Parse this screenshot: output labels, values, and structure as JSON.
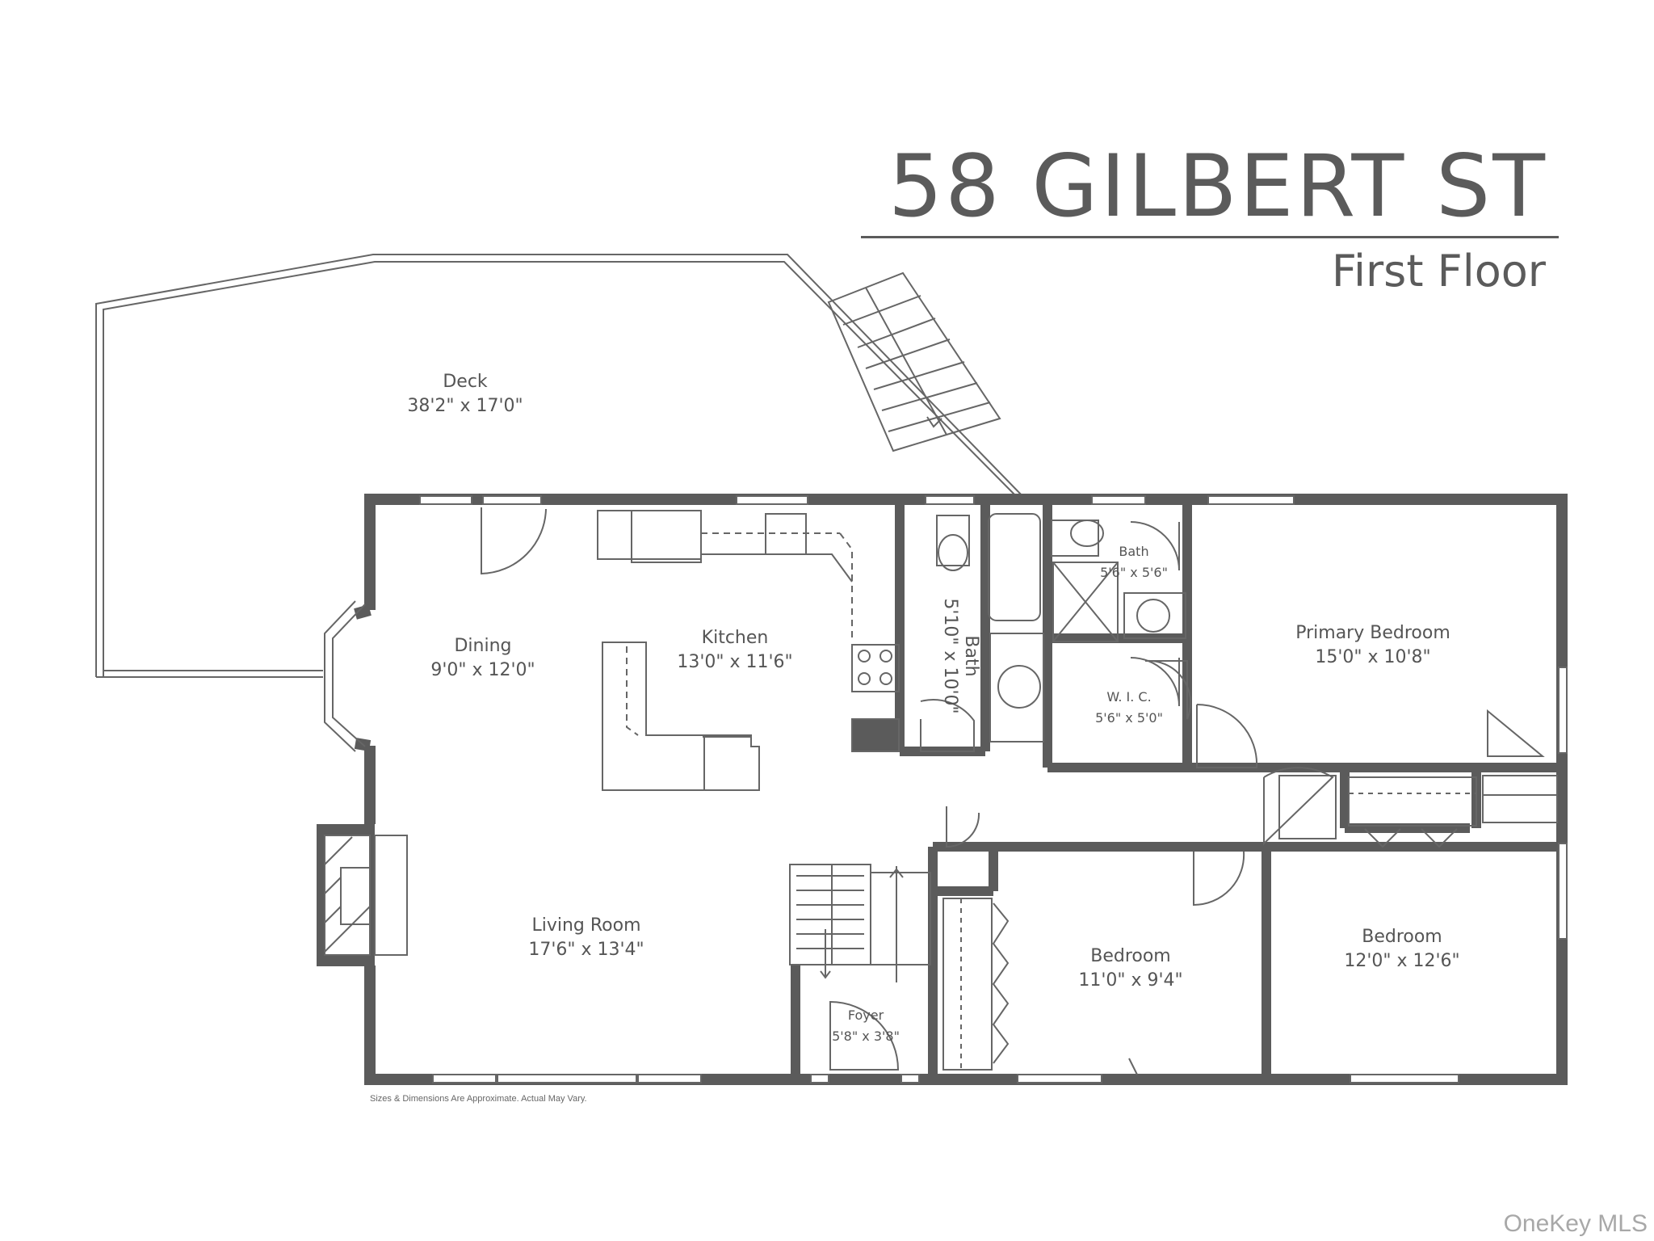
{
  "header": {
    "address": "58 GILBERT ST",
    "floor": "First Floor"
  },
  "rooms": {
    "deck": {
      "name": "Deck",
      "dims": "38'2\" x 17'0\""
    },
    "dining": {
      "name": "Dining",
      "dims": "9'0\" x 12'0\""
    },
    "kitchen": {
      "name": "Kitchen",
      "dims": "13'0\" x 11'6\""
    },
    "bath_hall": {
      "name": "Bath",
      "dims": "5'10\" x 10'0\""
    },
    "bath_primary": {
      "name": "Bath",
      "dims": "5'6\" x 5'6\""
    },
    "wic": {
      "name": "W. I. C.",
      "dims": "5'6\" x 5'0\""
    },
    "primary_bedroom": {
      "name": "Primary Bedroom",
      "dims": "15'0\" x 10'8\""
    },
    "living_room": {
      "name": "Living Room",
      "dims": "17'6\" x 13'4\""
    },
    "foyer": {
      "name": "Foyer",
      "dims": "5'8\" x 3'8\""
    },
    "bedroom_2": {
      "name": "Bedroom",
      "dims": "11'0\" x 9'4\""
    },
    "bedroom_3": {
      "name": "Bedroom",
      "dims": "12'0\" x 12'6\""
    }
  },
  "footer": {
    "disclaimer": "Sizes & Dimensions Are Approximate. Actual May Vary.",
    "watermark": "OneKey MLS"
  },
  "colors": {
    "wall": "#5b5b5b",
    "line": "#777777",
    "text": "#555555"
  }
}
